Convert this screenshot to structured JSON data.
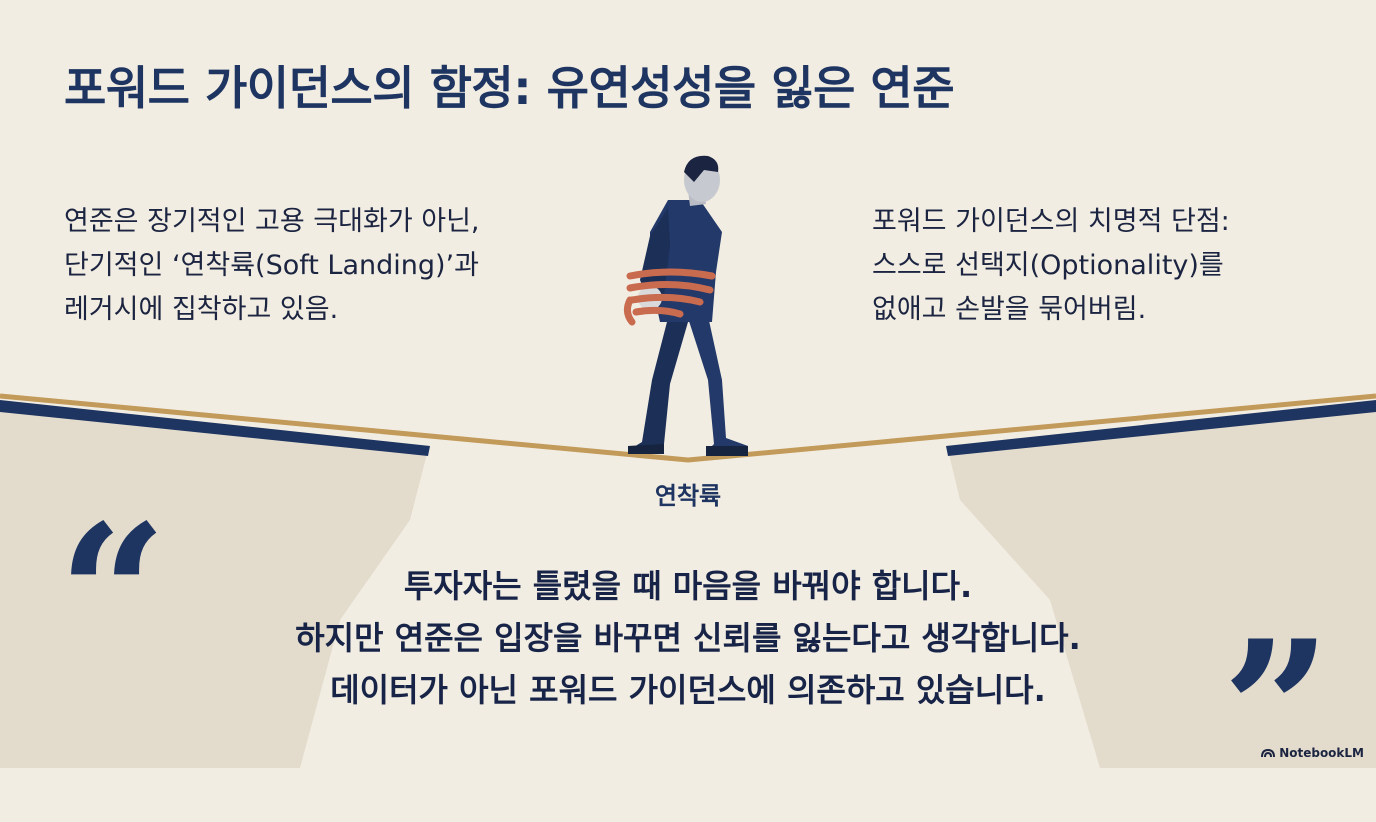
{
  "title": "포워드 가이던스의 함정:  유연성성을 잃은 연준",
  "left_note": {
    "lines": [
      "연준은 장기적인 고용 극대화가 아닌,",
      "단기적인 ‘연착륙(Soft Landing)’과",
      "레거시에 집착하고 있음."
    ]
  },
  "right_note": {
    "lines": [
      "포워드 가이던스의 치명적 단점:",
      "스스로 선택지(Optionality)를",
      "없애고 손발을 묶어버림."
    ]
  },
  "rope_label": "연착륙",
  "quote": {
    "open_mark": "“",
    "close_mark": "”",
    "lines": [
      "투자자는 틀렸을 때 마음을 바꿔야 합니다.",
      "하지만 연준은 입장을 바꾸면 신뢰를 잃는다고 생각합니다.",
      "데이터가 아닌 포워드 가이던스에 의존하고 있습니다."
    ]
  },
  "brand": {
    "name": "NotebookLM",
    "icon": "notebooklm-logo-icon"
  },
  "colors": {
    "background": "#f2ede2",
    "navy": "#1e3461",
    "gold": "#c29a5a",
    "rope": "#c96b4f",
    "cliff": "#e3dccd"
  }
}
